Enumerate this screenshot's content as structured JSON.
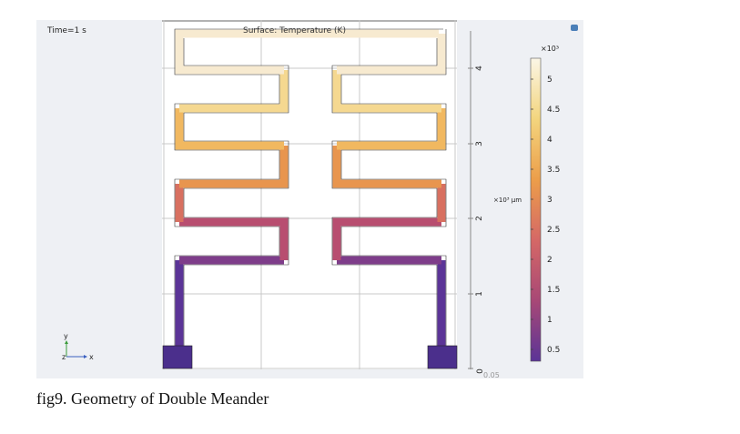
{
  "plot": {
    "time_label": "Time=1 s",
    "title": "Surface: Temperature (K)",
    "y_axis_ticks": [
      "0",
      "1",
      "2",
      "3",
      "4"
    ],
    "y_axis_extra": "0.05",
    "y_axis_unit": "×10³ µm"
  },
  "colorbar": {
    "exponent": "×10³",
    "ticks": [
      "5",
      "4.5",
      "4",
      "3.5",
      "3",
      "2.5",
      "2",
      "1.5",
      "1",
      "0.5"
    ],
    "colors": [
      "#fbf6e6",
      "#f3d57e",
      "#ec9e4a",
      "#d56866",
      "#a84876",
      "#5b3497"
    ]
  },
  "axes_triad": {
    "y": "y",
    "z": "z",
    "x": "x"
  },
  "icons": {
    "corner": "camera-icon"
  },
  "caption": "fig9. Geometry of Double Meander"
}
